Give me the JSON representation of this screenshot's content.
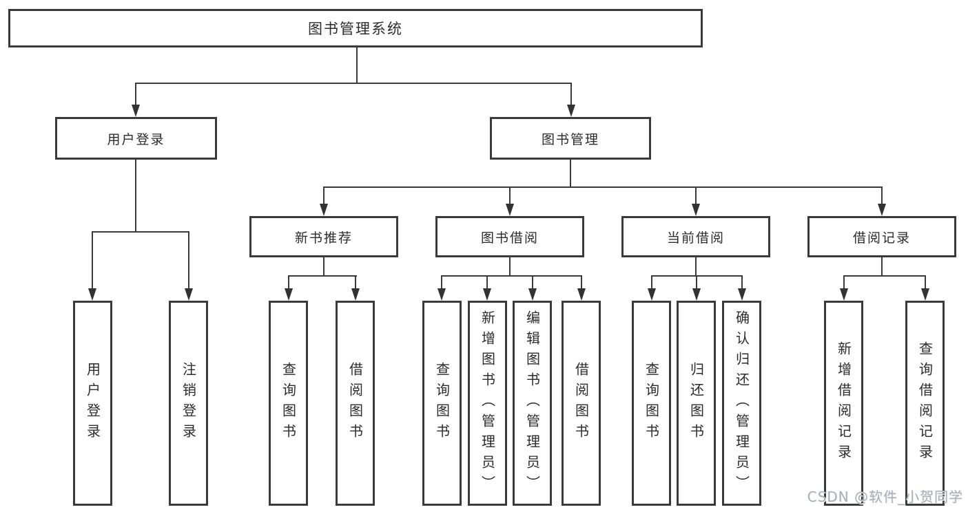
{
  "diagram": {
    "root": {
      "label": "图书管理系统",
      "children": [
        {
          "label": "用户登录",
          "children": [
            {
              "label": "用户登录"
            },
            {
              "label": "注销登录"
            }
          ]
        },
        {
          "label": "图书管理",
          "children": [
            {
              "label": "新书推荐",
              "children": [
                {
                  "label": "查询图书"
                },
                {
                  "label": "借阅图书"
                }
              ]
            },
            {
              "label": "图书借阅",
              "children": [
                {
                  "label": "查询图书"
                },
                {
                  "label": "新增图书（管理员）"
                },
                {
                  "label": "编辑图书（管理员）"
                },
                {
                  "label": "借阅图书"
                }
              ]
            },
            {
              "label": "当前借阅",
              "children": [
                {
                  "label": "查询图书"
                },
                {
                  "label": "归还图书"
                },
                {
                  "label": "确认归还（管理员）"
                }
              ]
            },
            {
              "label": "借阅记录",
              "children": [
                {
                  "label": "新增借阅记录"
                },
                {
                  "label": "查询借阅记录"
                }
              ]
            }
          ]
        }
      ]
    }
  },
  "watermark": {
    "text": "CSDN @软件_小贺同学"
  },
  "colors": {
    "background": "#ffffff",
    "box_border": "#3a3a3a",
    "connector_line": "#3a3a3a",
    "arrow": "#333333",
    "text": "#2b2b2b",
    "watermark_text": "#a9afb8"
  }
}
